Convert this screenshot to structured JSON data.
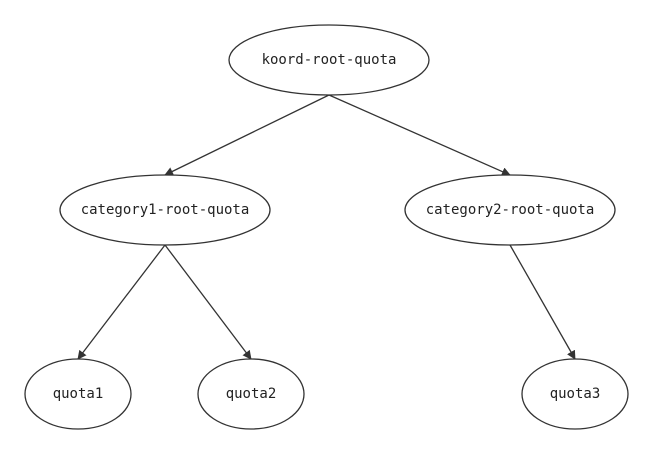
{
  "diagram": {
    "nodes": {
      "root": {
        "label": "koord-root-quota"
      },
      "cat1": {
        "label": "category1-root-quota"
      },
      "cat2": {
        "label": "category2-root-quota"
      },
      "q1": {
        "label": "quota1"
      },
      "q2": {
        "label": "quota2"
      },
      "q3": {
        "label": "quota3"
      }
    },
    "edges": [
      {
        "from": "root",
        "to": "cat1"
      },
      {
        "from": "root",
        "to": "cat2"
      },
      {
        "from": "cat1",
        "to": "q1"
      },
      {
        "from": "cat1",
        "to": "q2"
      },
      {
        "from": "cat2",
        "to": "q3"
      }
    ],
    "colors": {
      "stroke": "#333333",
      "text": "#222222",
      "background": "#ffffff"
    }
  }
}
